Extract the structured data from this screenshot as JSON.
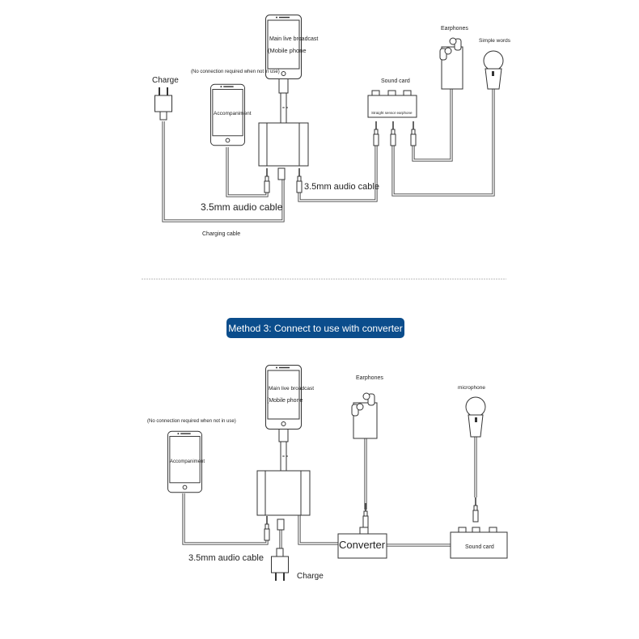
{
  "method2": {
    "main_phone_line1": "Main live broadcast",
    "main_phone_line2": "(Mobile phone",
    "no_connection_note": "(No connection required when not in use)",
    "accompaniment": "Accompaniment",
    "charge": "Charge",
    "sound_card": "Sound card",
    "sound_card_port_label": "Straight sensor earphone",
    "earphones": "Earphones",
    "microphone": "Simple words",
    "audio_cable_left": "3.5mm audio cable",
    "audio_cable_right": "3.5mm audio cable",
    "charging_cable": "Charging cable"
  },
  "banner": {
    "title": "Method 3: Connect to use with converter",
    "color": "#0b4d8c"
  },
  "method3": {
    "main_phone_line1": "Main live broadcast",
    "main_phone_line2": "(Mobile phone",
    "no_connection_note": "(No connection required when not in use)",
    "accompaniment": "Accompaniment",
    "earphones": "Earphones",
    "microphone": "microphone",
    "converter": "Converter",
    "sound_card": "Sound card",
    "audio_cable": "3.5mm audio cable",
    "charge": "Charge"
  }
}
